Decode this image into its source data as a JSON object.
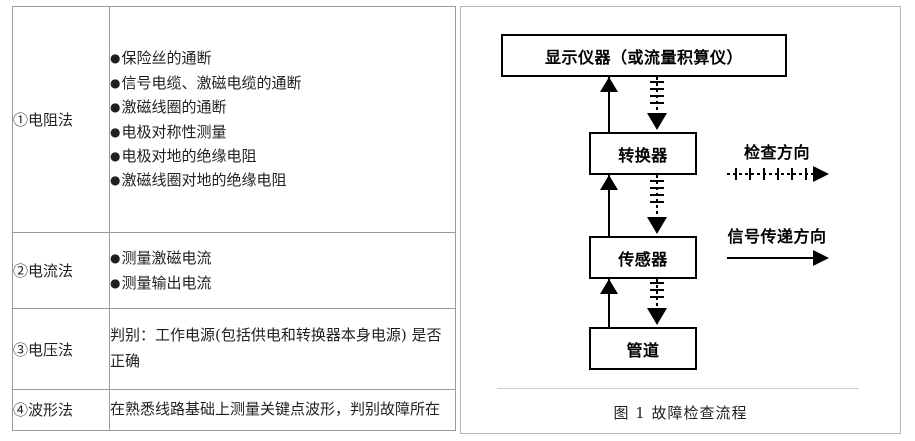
{
  "table": {
    "rows": [
      {
        "label": "①电阻法",
        "type": "bullets",
        "items": [
          "保险丝的通断",
          "信号电缆、激磁电缆的通断",
          "激磁线圈的通断",
          "电极对称性测量",
          "电极对地的绝缘电阻",
          "激磁线圈对地的绝缘电阻"
        ],
        "bullet_glyph": "●"
      },
      {
        "label": "②电流法",
        "type": "bullets",
        "items": [
          "测量激磁电流",
          "测量输出电流"
        ],
        "bullet_glyph": "●"
      },
      {
        "label": "③电压法",
        "type": "paragraph",
        "text": "判别：工作电源(包括供电和转换器本身电源) 是否正确"
      },
      {
        "label": "④波形法",
        "type": "paragraph",
        "text": "在熟悉线路基础上测量关键点波形，判别故障所在"
      }
    ]
  },
  "diagram": {
    "boxes": {
      "display": "显示仪器（或流量积算仪）",
      "converter": "转换器",
      "sensor": "传感器",
      "pipe": "管道"
    },
    "legend": {
      "inspection": "检查方向",
      "signal": "信号传递方向"
    },
    "caption": "图 1 故障检查流程"
  },
  "colors": {
    "table_border": "#9b9b9b",
    "panel_border": "#b6b6b6",
    "ink": "#231f20",
    "diagram_ink": "#000000",
    "rule": "#d0d0d0"
  }
}
